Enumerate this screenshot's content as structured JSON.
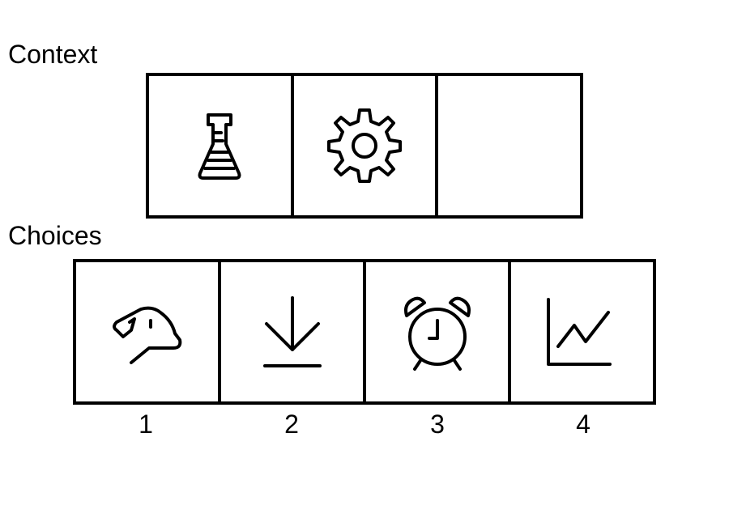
{
  "context": {
    "label": "Context",
    "cells": [
      {
        "icon": "flask-icon"
      },
      {
        "icon": "gear-icon"
      },
      {
        "icon": "empty"
      }
    ]
  },
  "choices": {
    "label": "Choices",
    "options": [
      {
        "number": "1",
        "icon": "dog-icon"
      },
      {
        "number": "2",
        "icon": "download-icon"
      },
      {
        "number": "3",
        "icon": "alarm-clock-icon"
      },
      {
        "number": "4",
        "icon": "line-chart-icon"
      }
    ]
  }
}
